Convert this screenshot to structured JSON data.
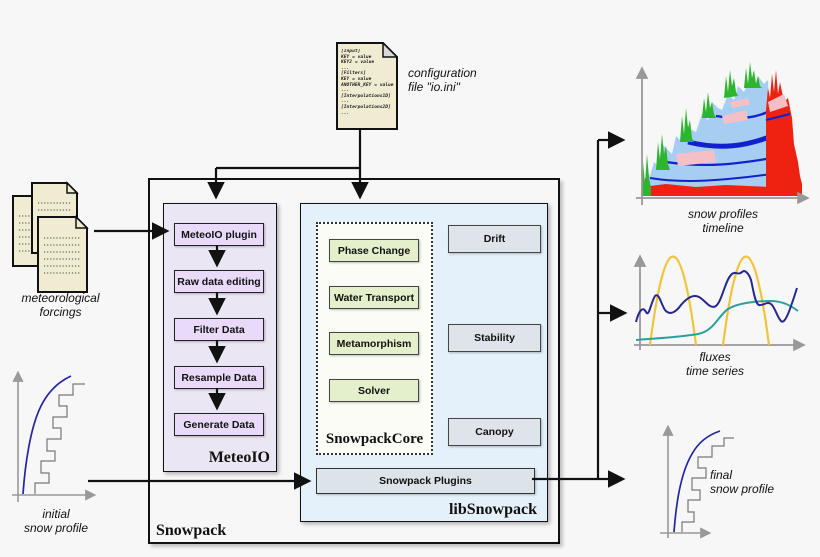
{
  "colors": {
    "background": "#f7f7f7",
    "doc_fill": "#f0ecd2",
    "meteoio_panel": "#eae6f3",
    "meteoio_step": "#e9dafa",
    "libsnowpack_panel": "#e4f1fa",
    "core_module_green": "#e4efcb",
    "side_module_gray": "#dfe3ea",
    "plugins_bar_gray": "#dce3e9",
    "timeline_green": "#2db52d",
    "timeline_lightblue": "#a6cdf2",
    "timeline_darkblue": "#1122cc",
    "timeline_pink": "#f5bfc6",
    "timeline_red": "#ee2211",
    "flux_gold": "#f2c33c",
    "flux_navy": "#28288f",
    "flux_teal": "#2d9f9f",
    "profile_blue": "#2323a8",
    "axis_gray": "#999999"
  },
  "config_file": {
    "caption": [
      "configuration",
      "file \"io.ini\""
    ],
    "doc_lines": [
      "[Input]",
      "KEY = value",
      "KEY2 = value",
      "...",
      "[Filters]",
      "KEY = value",
      "ANOTHER_KEY = value",
      "...",
      "[Interpolations1D]",
      "...",
      "[Interpolations2D]",
      "..."
    ]
  },
  "forcings": {
    "caption": [
      "meteorological",
      "forcings"
    ]
  },
  "snowpack": {
    "label": "Snowpack"
  },
  "meteoio": {
    "label": "MeteoIO",
    "steps": [
      "MeteoIO plugin",
      "Raw data editing",
      "Filter Data",
      "Resample Data",
      "Generate Data"
    ]
  },
  "libsnowpack": {
    "label": "libSnowpack",
    "core": {
      "label": "SnowpackCore",
      "modules": [
        "Phase Change",
        "Water Transport",
        "Metamorphism",
        "Solver"
      ]
    },
    "side_modules": [
      "Drift",
      "Stability",
      "Canopy"
    ],
    "plugins": "Snowpack Plugins"
  },
  "charts": {
    "initial_profile": {
      "caption": [
        "initial",
        "snow profile"
      ]
    },
    "timeline": {
      "caption": [
        "snow profiles",
        "timeline"
      ]
    },
    "fluxes": {
      "caption": [
        "fluxes",
        "time series"
      ]
    },
    "final_profile": {
      "caption": [
        "final",
        "snow profile"
      ]
    }
  }
}
